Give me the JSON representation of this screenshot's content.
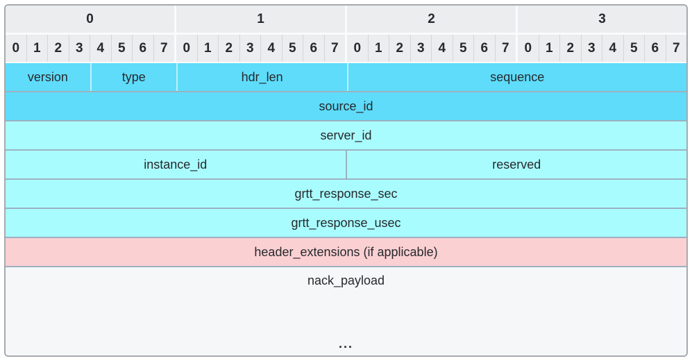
{
  "diagram": {
    "title_semantic": "packet-header-bitfield-diagram",
    "byte_headers": [
      "0",
      "1",
      "2",
      "3"
    ],
    "bit_headers": [
      "0",
      "1",
      "2",
      "3",
      "4",
      "5",
      "6",
      "7",
      "0",
      "1",
      "2",
      "3",
      "4",
      "5",
      "6",
      "7",
      "0",
      "1",
      "2",
      "3",
      "4",
      "5",
      "6",
      "7",
      "0",
      "1",
      "2",
      "3",
      "4",
      "5",
      "6",
      "7"
    ],
    "rows": [
      {
        "color": "dark",
        "cells": [
          {
            "label": "version",
            "bits": 4
          },
          {
            "label": "type",
            "bits": 4
          },
          {
            "label": "hdr_len",
            "bits": 8
          },
          {
            "label": "sequence",
            "bits": 16
          }
        ]
      },
      {
        "color": "dark",
        "cells": [
          {
            "label": "source_id",
            "bits": 32
          }
        ]
      },
      {
        "color": "light",
        "cells": [
          {
            "label": "server_id",
            "bits": 32
          }
        ]
      },
      {
        "color": "light",
        "cells": [
          {
            "label": "instance_id",
            "bits": 16
          },
          {
            "label": "reserved",
            "bits": 16
          }
        ]
      },
      {
        "color": "light",
        "cells": [
          {
            "label": "grtt_response_sec",
            "bits": 32
          }
        ]
      },
      {
        "color": "light",
        "cells": [
          {
            "label": "grtt_response_usec",
            "bits": 32
          }
        ]
      },
      {
        "color": "pink",
        "cells": [
          {
            "label": "header_extensions (if applicable)",
            "bits": 32
          }
        ]
      },
      {
        "color": "plain",
        "tall": true,
        "ellipsis": "...",
        "cells": [
          {
            "label": "nack_payload",
            "bits": 32
          }
        ]
      }
    ],
    "colors": {
      "header_bg": "#ebedef",
      "dark_cyan": "#5edcfa",
      "light_cyan": "#a9fcfe",
      "pink": "#fbd0d3",
      "payload_bg": "#f6f7f9",
      "grid_line": "#9cb1c1",
      "outer_border": "#a6aaae",
      "text": "#26292d"
    }
  }
}
